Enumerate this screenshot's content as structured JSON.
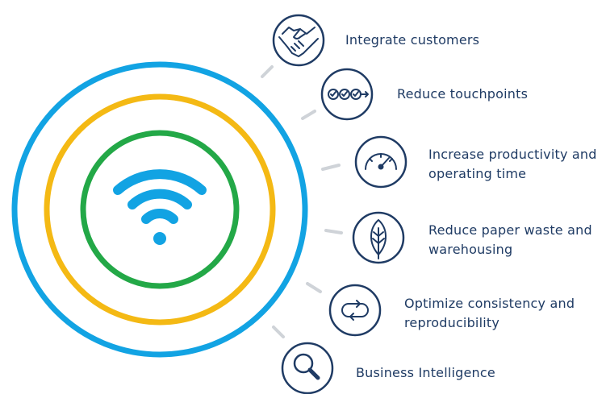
{
  "colors": {
    "outer_ring": "#12a3e3",
    "middle_ring": "#f4b914",
    "inner_ring": "#23a847",
    "wifi": "#12a3e3",
    "icon_navy": "#1f3b64",
    "connector": "#cfd3d8",
    "text": "#1f3b64"
  },
  "center_icon": "wifi-icon",
  "benefits": [
    {
      "icon": "handshake-icon",
      "lines": [
        "Integrate customers"
      ]
    },
    {
      "icon": "touchpoints-icon",
      "lines": [
        "Reduce touchpoints"
      ]
    },
    {
      "icon": "gauge-icon",
      "lines": [
        "Increase productivity and",
        "operating time"
      ]
    },
    {
      "icon": "leaf-icon",
      "lines": [
        "Reduce paper waste and",
        "warehousing"
      ]
    },
    {
      "icon": "loop-icon",
      "lines": [
        "Optimize consistency and",
        "reproducibility"
      ]
    },
    {
      "icon": "magnifier-icon",
      "lines": [
        "Business Intelligence"
      ]
    }
  ]
}
